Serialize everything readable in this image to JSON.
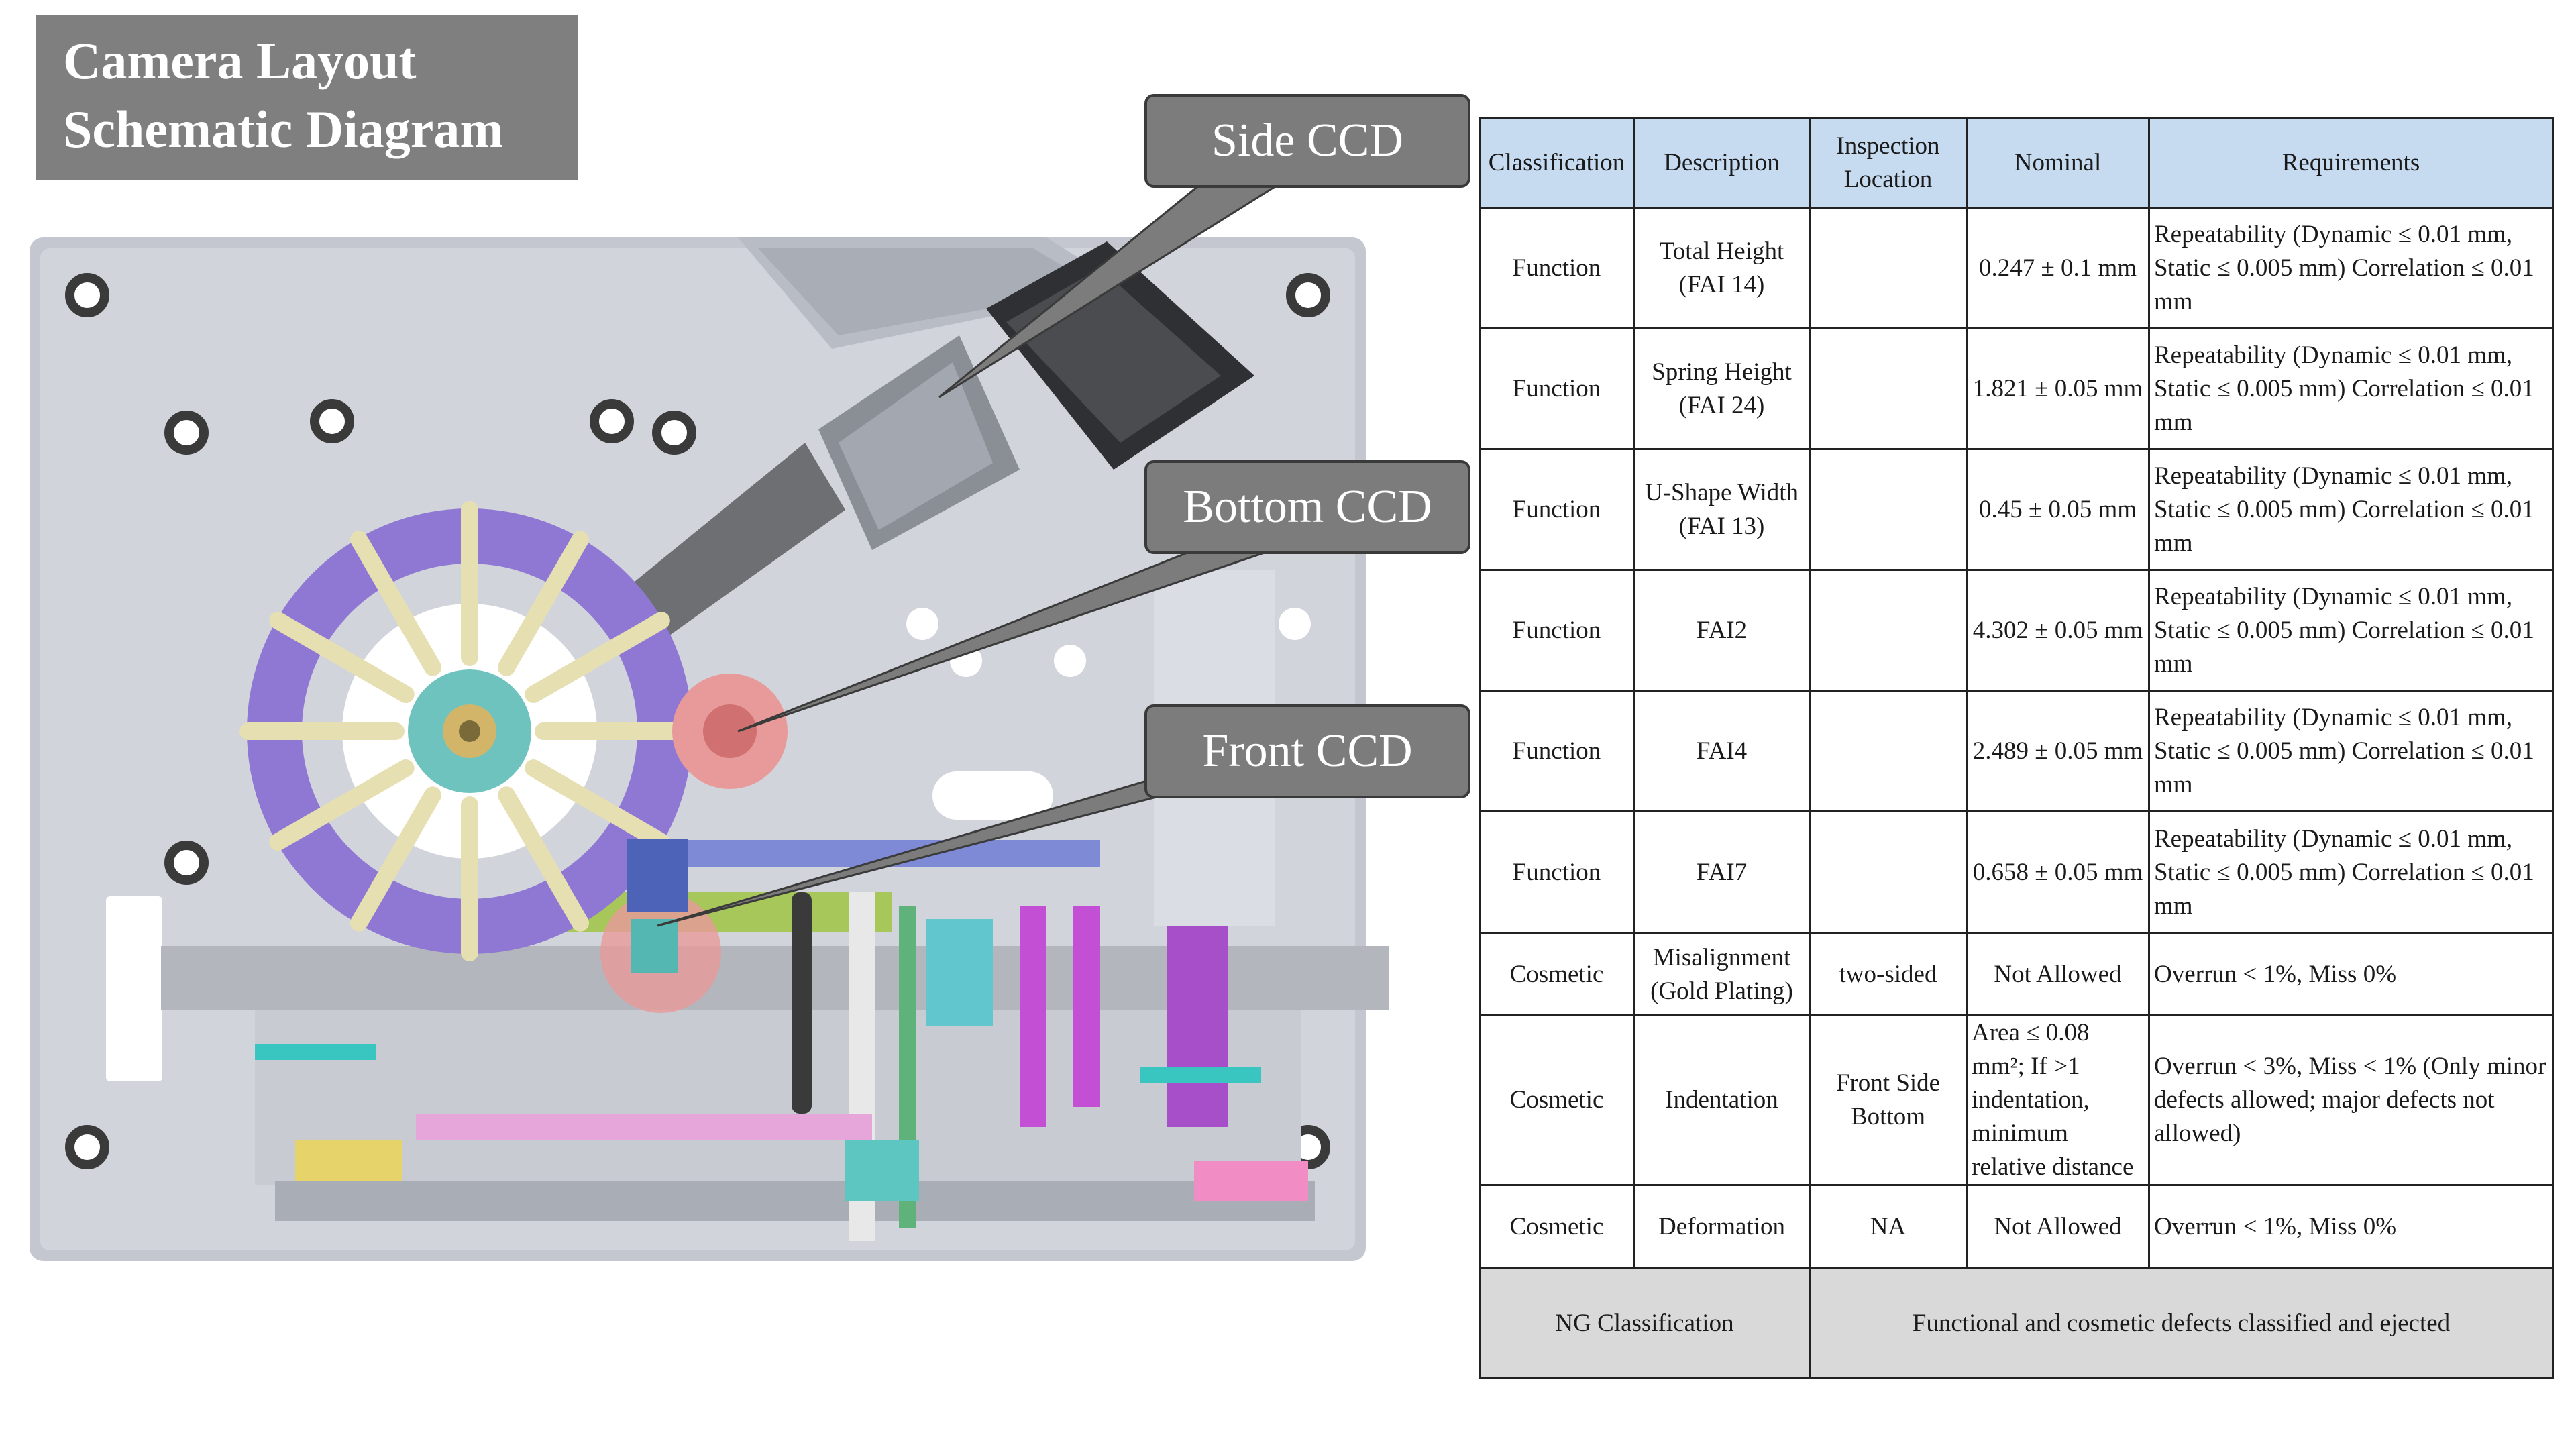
{
  "title": {
    "line1": "Camera Layout",
    "line2": "Schematic Diagram"
  },
  "callouts": {
    "side": "Side CCD",
    "bottom": "Bottom CCD",
    "front": "Front CCD"
  },
  "colors": {
    "title_bg": "#7f7f7f",
    "callout_bg": "#7c7c7c",
    "table_header_bg": "#c6daf0",
    "ng_row_bg": "#d9d9d9",
    "wheel": "#8f77d4"
  },
  "table": {
    "headers": [
      "Classification",
      "Description",
      "Inspection Location",
      "Nominal",
      "Requirements"
    ],
    "rows": [
      {
        "classification": "Function",
        "description": "Total Height (FAI 14)",
        "location": "",
        "nominal": "0.247 ± 0.1 mm",
        "requirements": "Repeatability (Dynamic ≤ 0.01 mm, Static ≤ 0.005 mm) Correlation ≤ 0.01 mm"
      },
      {
        "classification": "Function",
        "description": "Spring Height (FAI 24)",
        "location": "",
        "nominal": "1.821 ± 0.05 mm",
        "requirements": "Repeatability (Dynamic ≤ 0.01 mm, Static ≤ 0.005 mm) Correlation ≤ 0.01 mm"
      },
      {
        "classification": "Function",
        "description": "U-Shape Width (FAI 13)",
        "location": "",
        "nominal": "0.45 ± 0.05 mm",
        "requirements": "Repeatability (Dynamic ≤ 0.01 mm, Static ≤ 0.005 mm) Correlation ≤ 0.01 mm"
      },
      {
        "classification": "Function",
        "description": "FAI2",
        "location": "",
        "nominal": "4.302 ± 0.05 mm",
        "requirements": "Repeatability (Dynamic ≤ 0.01 mm, Static ≤ 0.005 mm) Correlation ≤ 0.01 mm"
      },
      {
        "classification": "Function",
        "description": "FAI4",
        "location": "",
        "nominal": "2.489 ± 0.05 mm",
        "requirements": "Repeatability (Dynamic ≤ 0.01 mm, Static ≤ 0.005 mm) Correlation ≤ 0.01 mm"
      },
      {
        "classification": "Function",
        "description": "FAI7",
        "location": "",
        "nominal": "0.658 ± 0.05 mm",
        "requirements": "Repeatability (Dynamic ≤ 0.01 mm, Static ≤ 0.005 mm) Correlation ≤ 0.01 mm"
      },
      {
        "classification": "Cosmetic",
        "description": "Misalignment (Gold Plating)",
        "location": "two-sided",
        "nominal": "Not Allowed",
        "requirements": "Overrun < 1%, Miss 0%"
      },
      {
        "classification": "Cosmetic",
        "description": "Indentation",
        "location": "Front Side Bottom",
        "nominal": "Area ≤ 0.08 mm²; If >1 indentation, minimum relative distance",
        "requirements": "Overrun < 3%, Miss < 1% (Only minor defects allowed; major defects not allowed)"
      },
      {
        "classification": "Cosmetic",
        "description": "Deformation",
        "location": "NA",
        "nominal": "Not Allowed",
        "requirements": "Overrun < 1%, Miss 0%"
      }
    ],
    "ng": {
      "label": "NG Classification",
      "text": "Functional and cosmetic defects classified and ejected"
    }
  }
}
